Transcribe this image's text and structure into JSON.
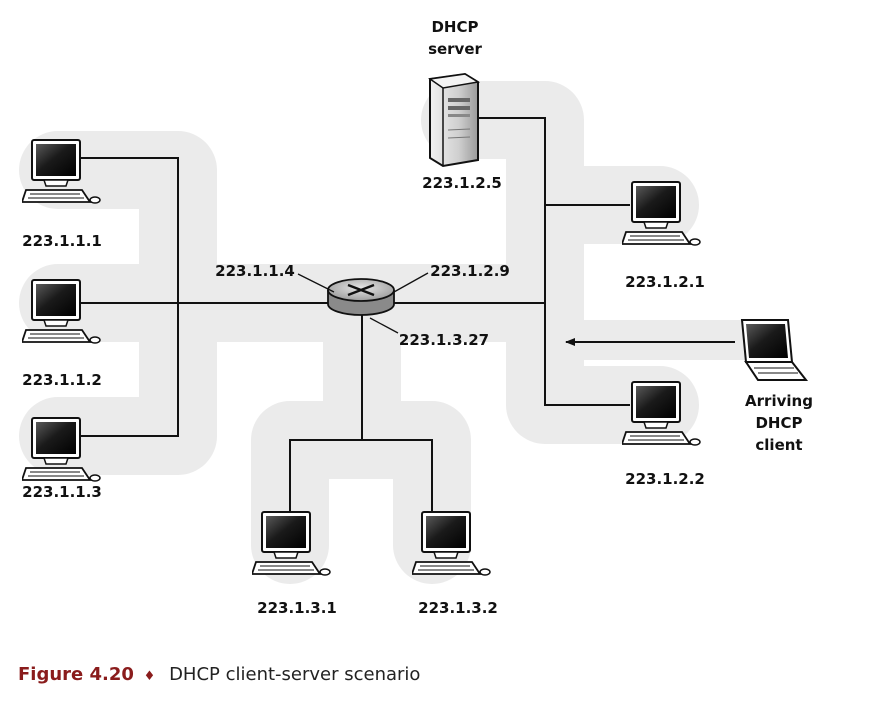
{
  "dhcp_server": {
    "title_line1": "DHCP",
    "title_line2": "server",
    "ip": "223.1.2.5"
  },
  "subnet_1": {
    "hosts": [
      "223.1.1.1",
      "223.1.1.2",
      "223.1.1.3"
    ]
  },
  "subnet_2": {
    "hosts": [
      "223.1.2.1",
      "223.1.2.2"
    ]
  },
  "subnet_3": {
    "hosts": [
      "223.1.3.1",
      "223.1.3.2"
    ]
  },
  "router": {
    "interface_left": "223.1.1.4",
    "interface_right": "223.1.2.9",
    "interface_bottom": "223.1.3.27"
  },
  "arriving_client": {
    "line1": "Arriving",
    "line2": "DHCP",
    "line3": "client"
  },
  "caption": {
    "figure_label": "Figure 4.20",
    "separator": "♦",
    "text": "DHCP client-server scenario"
  }
}
